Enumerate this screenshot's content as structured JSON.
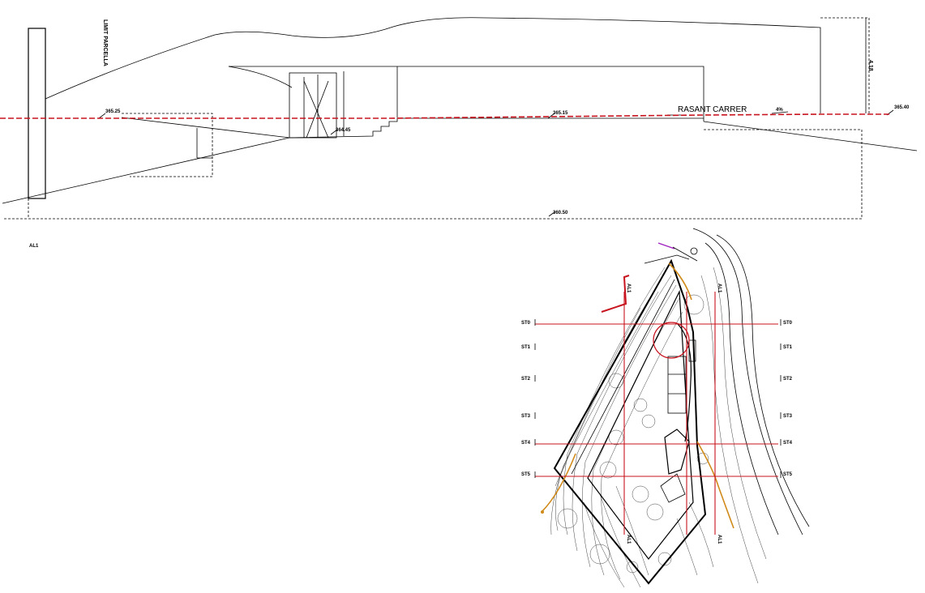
{
  "section": {
    "limit_label": "LIMIT PARCELLA",
    "height_dim": "4.18",
    "levels": {
      "left": "365.25",
      "mid": "365.15",
      "right": "365.40",
      "low": "364.45",
      "bottom": "360.50"
    },
    "road_label": "RASANT CARRER",
    "slope_label": "4%",
    "view_tag": "AL1"
  },
  "plan": {
    "section_marks": [
      "ST0",
      "ST1",
      "ST2",
      "ST3",
      "ST4",
      "ST5"
    ],
    "al_marks": [
      "AL1",
      "AL1",
      "AL1",
      "AL1"
    ]
  },
  "colors": {
    "section_line": "#c8141e",
    "boundary": "#d08a1a",
    "accent": "#a020c0"
  }
}
